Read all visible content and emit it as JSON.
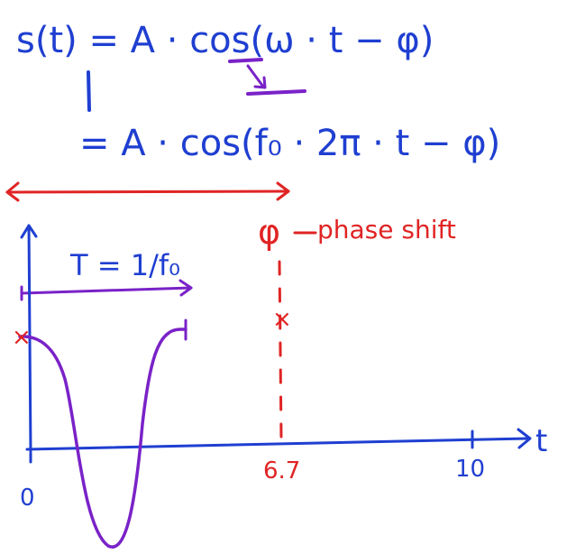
{
  "colors": {
    "ink_blue": "#1f3fd1",
    "ink_purple": "#7a22c8",
    "ink_red": "#e02424",
    "background": "#ffffff"
  },
  "equation": {
    "line1": "s(t) = A · cos(ω · t − φ)",
    "line2": "= A · cos(f₀ · 2π · t − φ)"
  },
  "period_label": "T = 1/f₀",
  "phase_label": "phase shift",
  "phase_symbol": "φ",
  "axis": {
    "t_label": "t",
    "ticks": [
      "0",
      "6.7",
      "10"
    ]
  },
  "markers": {
    "start": "×",
    "shifted": "×"
  }
}
